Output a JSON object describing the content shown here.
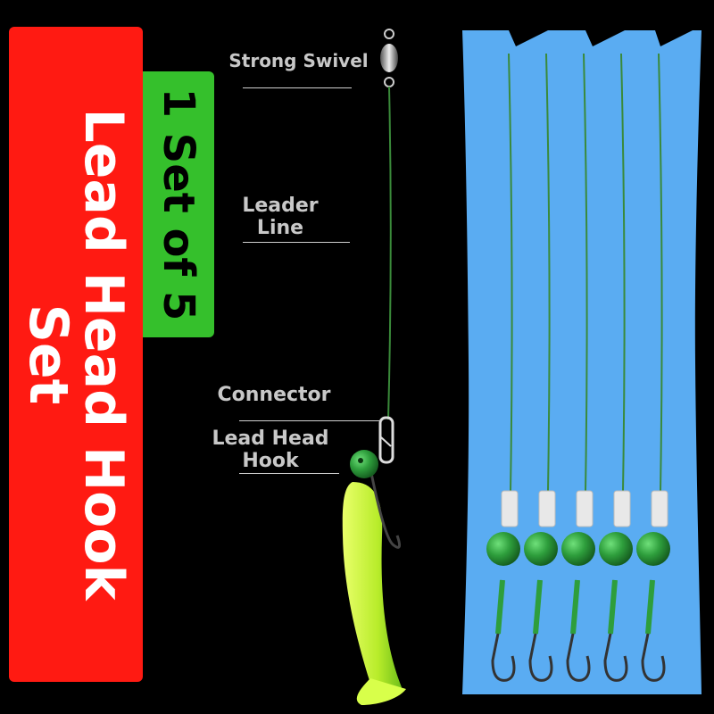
{
  "banner": {
    "title_line1": "Lead Head Hook",
    "title_line2": "Set",
    "badge": "1 Set of 5",
    "color_red": "#ff1a12",
    "color_green": "#35c02c"
  },
  "labels": {
    "swivel": "Strong Swivel",
    "leader_line1": "Leader",
    "leader_line2": "Line",
    "connector": "Connector",
    "hook_line1": "Lead Head",
    "hook_line2": "Hook"
  },
  "colors": {
    "card_blue": "#5aacf2",
    "jig_green": "#2e9e3c",
    "lure_green": "#c6f236",
    "line_green": "#3a8a3a"
  }
}
